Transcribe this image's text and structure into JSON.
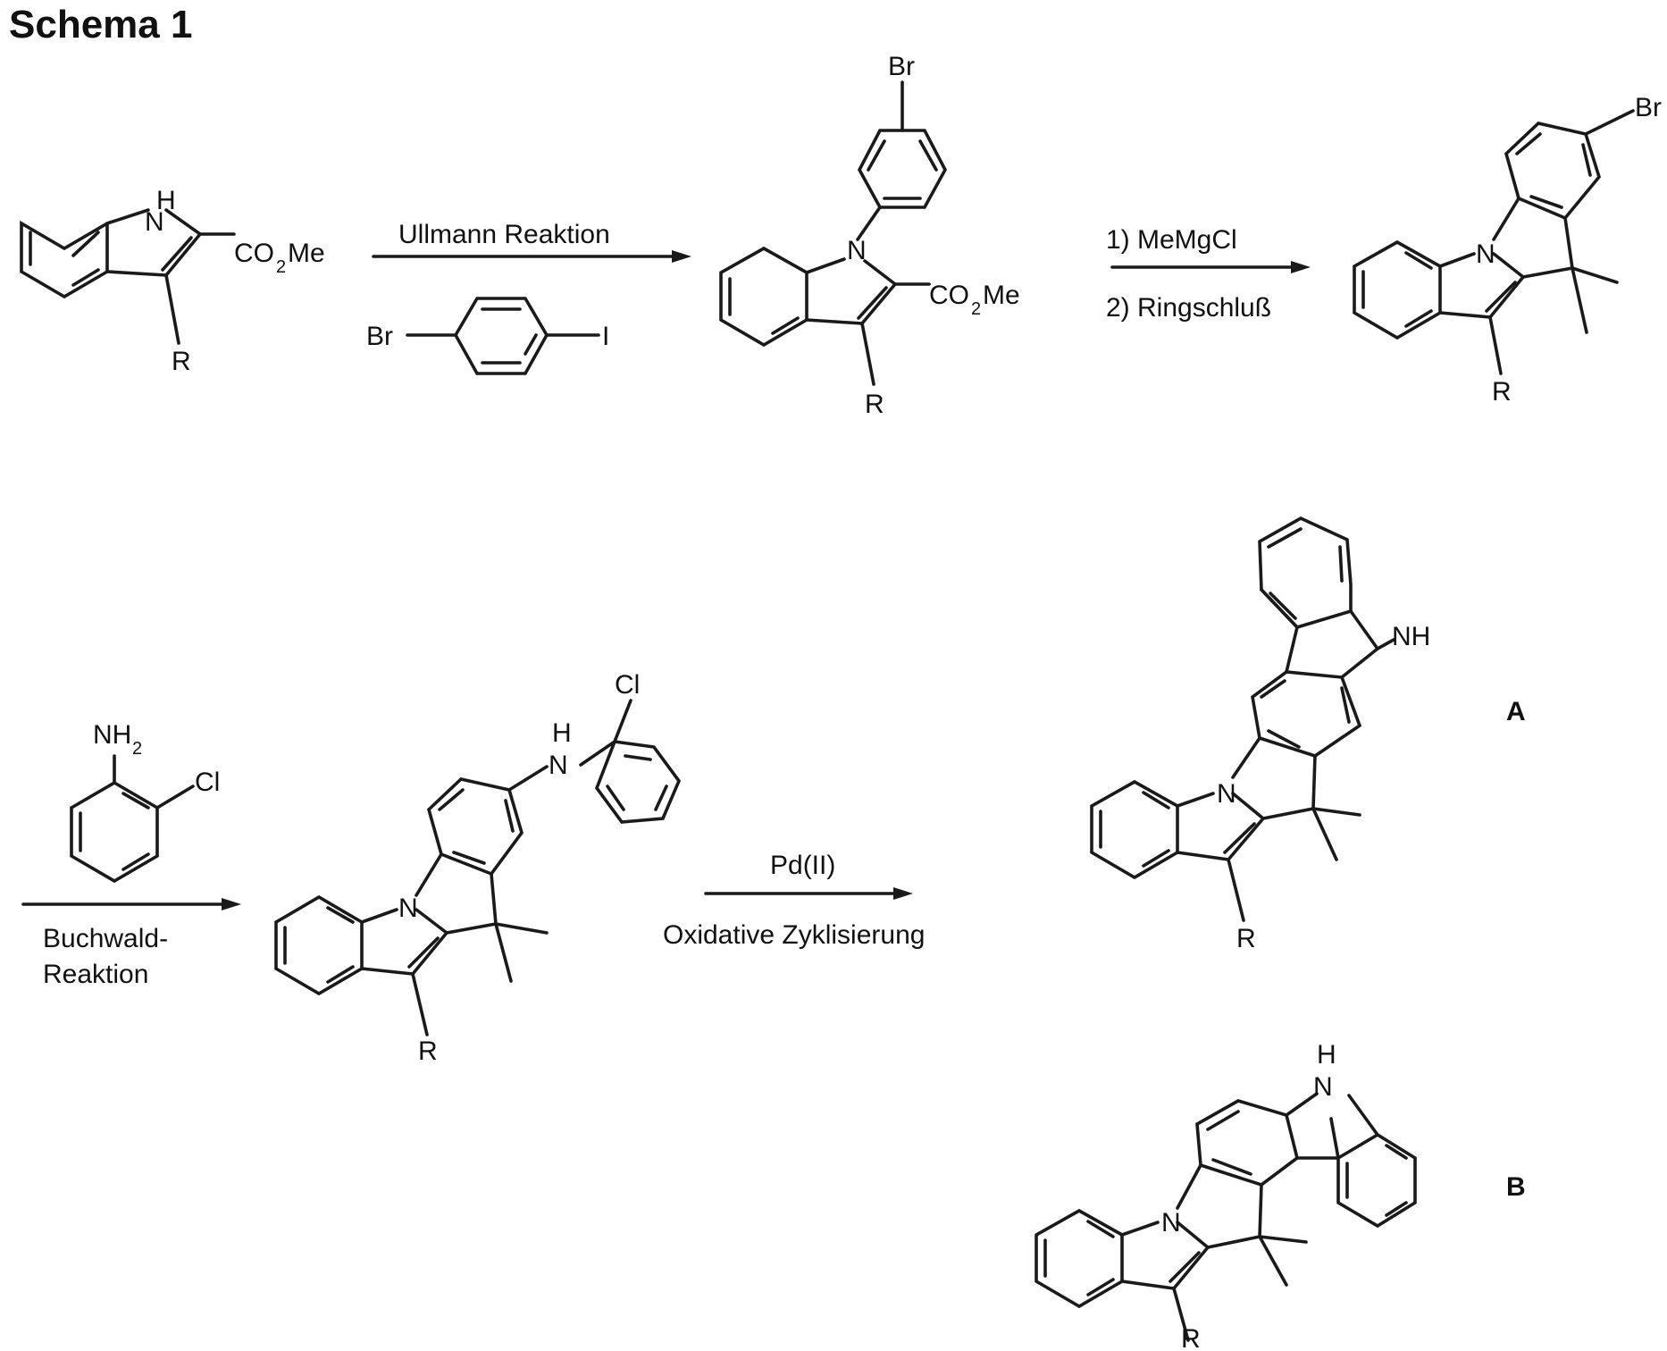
{
  "title": "Schema 1",
  "atoms": {
    "H": "H",
    "N": "N",
    "NH": "NH",
    "NH2": "NH",
    "sub2": "2",
    "R": "R",
    "Br": "Br",
    "I": "I",
    "Cl": "Cl",
    "CO": "CO",
    "Me": "Me"
  },
  "conditions": {
    "step1": "Ullmann Reaktion",
    "step2_line1": "1) MeMgCl",
    "step2_line2": "2) Ringschluß",
    "step3_line1": "Buchwald-",
    "step3_line2": "Reaktion",
    "step4_line1": "Pd(II)",
    "step4_line2": "Oxidative Zyklisierung"
  },
  "products": {
    "A": "A",
    "B": "B"
  }
}
